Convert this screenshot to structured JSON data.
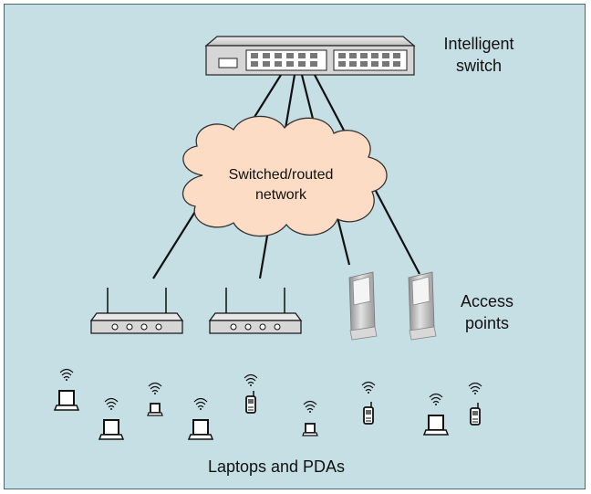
{
  "diagram": {
    "switch_label_line1": "Intelligent",
    "switch_label_line2": "switch",
    "cloud_label_line1": "Switched/routed",
    "cloud_label_line2": "network",
    "ap_label_line1": "Access",
    "ap_label_line2": "points",
    "devices_label": "Laptops and PDAs"
  },
  "colors": {
    "background": "#c5dfe5",
    "cloud_fill": "#fcdcc4",
    "switch_body": "#d6d6d6",
    "line": "#111111"
  }
}
